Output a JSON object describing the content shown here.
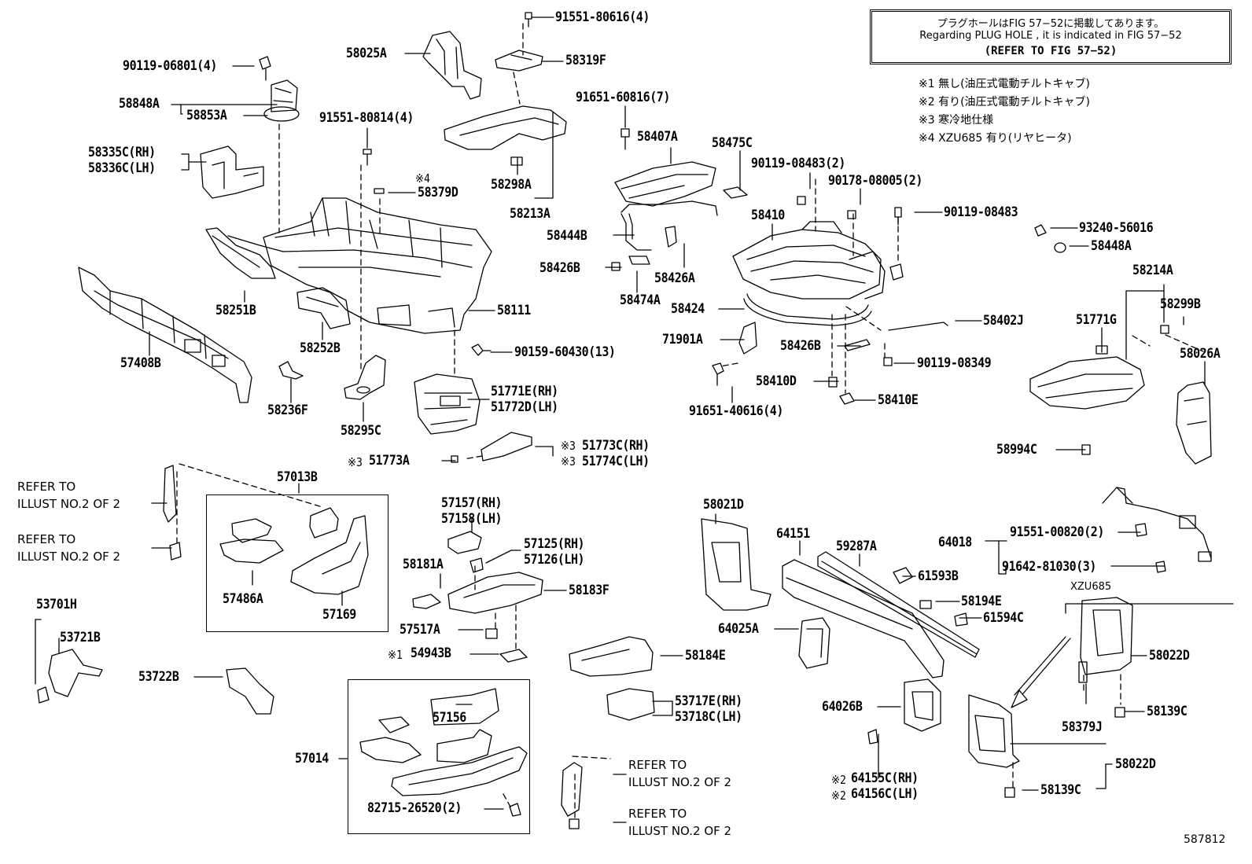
{
  "note_box": {
    "line1": "プラグホールはFIG 57−52に掲載してあります。",
    "line2": "Regarding  PLUG  HOLE , it is indicated in FIG 57−52",
    "line3": "(REFER TO FIG 57−52)"
  },
  "notes": [
    "※1 無し(油圧式電動チルトキャブ)",
    "※2 有り(油圧式電動チルトキャブ)",
    "※3 寒冷地仕様",
    "※4 XZU685 有り(リヤヒータ)"
  ],
  "refer_text": {
    "line1": "REFER TO",
    "line2": "ILLUST NO.2 OF 2"
  },
  "variant_label": "XZU685",
  "figure_number": "587812",
  "labels": {
    "p91551_80616": "91551-80616(4)",
    "p58319F": "58319F",
    "p58025A": "58025A",
    "p90119_06801": "90119-06801(4)",
    "p58848A": "58848A",
    "p58853A": "58853A",
    "p58335C": "58335C(RH)",
    "p58336C": "58336C(LH)",
    "p91551_80814": "91551-80814(4)",
    "p58379D": "58379D",
    "p58379D_note": "※4",
    "p58298A": "58298A",
    "p58213A": "58213A",
    "p91651_60816": "91651-60816(7)",
    "p58407A": "58407A",
    "p58475C": "58475C",
    "p90119_08483_2": "90119-08483(2)",
    "p90178_08005": "90178-08005(2)",
    "p58410": "58410",
    "p90119_08483": "90119-08483",
    "p93240_56016": "93240-56016",
    "p58448A": "58448A",
    "p58214A": "58214A",
    "p58299B": "58299B",
    "p51771G": "51771G",
    "p58026A": "58026A",
    "p58994C": "58994C",
    "p58444B": "58444B",
    "p58426B_a": "58426B",
    "p58426A": "58426A",
    "p58474A": "58474A",
    "p58424": "58424",
    "p58402J": "58402J",
    "p71901A": "71901A",
    "p58426B_b": "58426B",
    "p90119_08349": "90119-08349",
    "p58410D": "58410D",
    "p58410E": "58410E",
    "p91651_40616": "91651-40616(4)",
    "p58251B": "58251B",
    "p58111": "58111",
    "p57408B": "57408B",
    "p58252B": "58252B",
    "p90159_60430": "90159-60430(13)",
    "p51771E": "51771E(RH)",
    "p51772D": "51772D(LH)",
    "p58236F": "58236F",
    "p58295C": "58295C",
    "p51773C": "51773C(RH)",
    "p51774C": "51774C(LH)",
    "p51773A": "51773A",
    "note3a": "※3",
    "note3b": "※3",
    "note3c": "※3",
    "p57013B": "57013B",
    "p57486A": "57486A",
    "p57169": "57169",
    "p57157": "57157(RH)",
    "p57158": "57158(LH)",
    "p57125": "57125(RH)",
    "p57126": "57126(LH)",
    "p58181A": "58181A",
    "p58183F": "58183F",
    "p57517A": "57517A",
    "p54943B": "54943B",
    "note1": "※1",
    "p53701H": "53701H",
    "p53721B": "53721B",
    "p53722B": "53722B",
    "p58021D": "58021D",
    "p64151": "64151",
    "p59287A": "59287A",
    "p64018": "64018",
    "p91551_00820": "91551-00820(2)",
    "p91642_81030": "91642-81030(3)",
    "p61593B": "61593B",
    "p58194E": "58194E",
    "p61594C": "61594C",
    "p64025A": "64025A",
    "p58184E": "58184E",
    "p53717E": "53717E(RH)",
    "p53718C": "53718C(LH)",
    "p57156": "57156",
    "p57014": "57014",
    "p82715_26520": "82715-26520(2)",
    "p64026B": "64026B",
    "p64155C": "64155C(RH)",
    "p64156C": "64156C(LH)",
    "note2a": "※2",
    "note2b": "※2",
    "p58022D_a": "58022D",
    "p58379J": "58379J",
    "p58139C_a": "58139C",
    "p58022D_b": "58022D",
    "p58139C_b": "58139C"
  }
}
